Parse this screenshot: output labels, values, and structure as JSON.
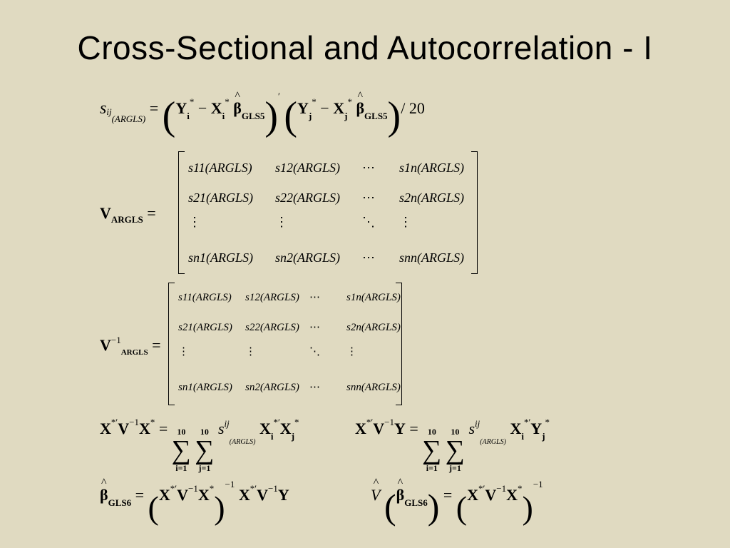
{
  "slide": {
    "title": "Cross-Sectional and Autocorrelation - I"
  },
  "divisor": "/ 20",
  "matrix_V": {
    "label": "V",
    "label_sub": "ARGLS",
    "rows": [
      [
        "s11(ARGLS)",
        "s12(ARGLS)",
        "⋯",
        "s1n(ARGLS)"
      ],
      [
        "s21(ARGLS)",
        "s22(ARGLS)",
        "⋯",
        "s2n(ARGLS)"
      ],
      [
        "⋮",
        "⋮",
        "⋱",
        "⋮"
      ],
      [
        "sn1(ARGLS)",
        "sn2(ARGLS)",
        "⋯",
        "snn(ARGLS)"
      ]
    ]
  },
  "matrix_Vinv": {
    "label": "V",
    "label_sup": "−1",
    "label_sub": "ARGLS",
    "rows": [
      [
        "s11(ARGLS)",
        "s12(ARGLS)",
        "⋯",
        "s1n(ARGLS)"
      ],
      [
        "s21(ARGLS)",
        "s22(ARGLS)",
        "⋯",
        "s2n(ARGLS)"
      ],
      [
        "⋮",
        "⋮",
        "⋱",
        "⋮"
      ],
      [
        "sn1(ARGLS)",
        "sn2(ARGLS)",
        "⋯",
        "snn(ARGLS)"
      ]
    ]
  },
  "sums": {
    "upper": "10",
    "lower_i": "i=1",
    "lower_j": "j=1"
  },
  "estimator": {
    "beta_sub": "GLS6",
    "beta5_sub": "GLS5"
  }
}
